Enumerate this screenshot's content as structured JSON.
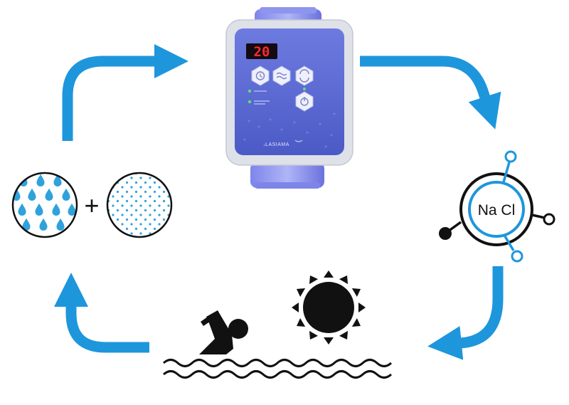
{
  "diagram": {
    "device": {
      "display": "20",
      "brand": "LASIAMA"
    },
    "operator_plus": "+",
    "salt_label": "Na Cl",
    "colors": {
      "arrow": "#1e96dc",
      "panel": "#5a6ad0",
      "droplet": "#2fa2dc",
      "ring": "#1e96dc",
      "ink": "#111111"
    }
  }
}
